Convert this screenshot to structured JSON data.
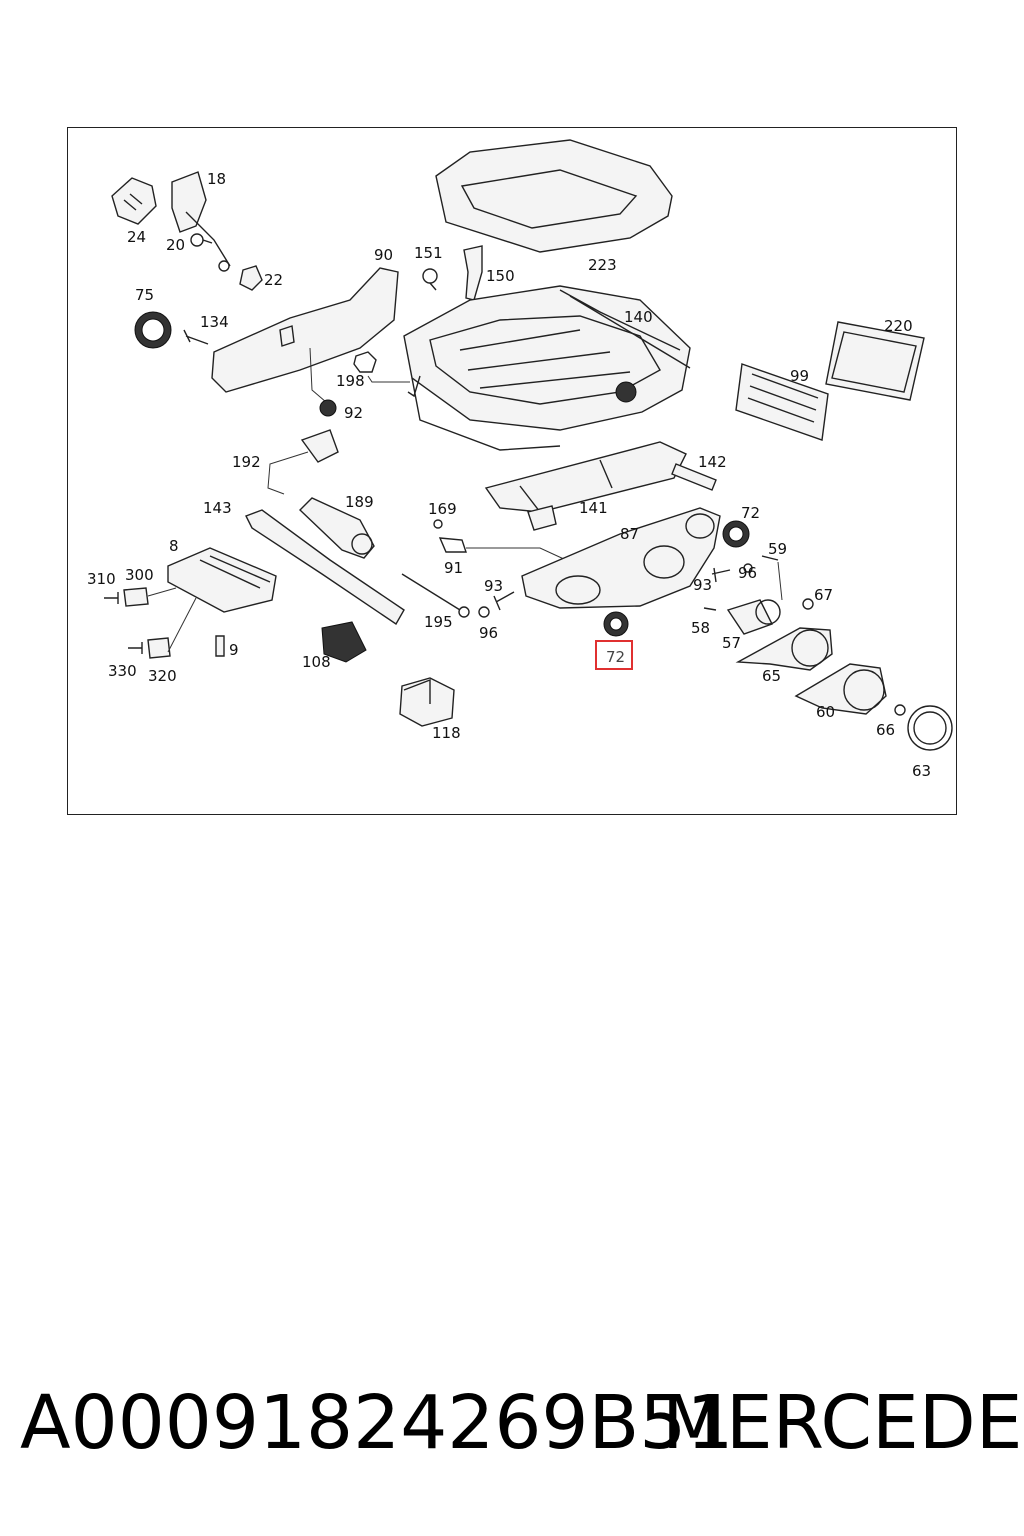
{
  "diagram": {
    "callouts": [
      {
        "id": "p24",
        "text": "24"
      },
      {
        "id": "p18",
        "text": "18"
      },
      {
        "id": "p20",
        "text": "20"
      },
      {
        "id": "p22",
        "text": "22"
      },
      {
        "id": "p75",
        "text": "75"
      },
      {
        "id": "p134",
        "text": "134"
      },
      {
        "id": "p90",
        "text": "90"
      },
      {
        "id": "p151",
        "text": "151"
      },
      {
        "id": "p150",
        "text": "150"
      },
      {
        "id": "p223",
        "text": "223"
      },
      {
        "id": "p140",
        "text": "140"
      },
      {
        "id": "p220",
        "text": "220"
      },
      {
        "id": "p198",
        "text": "198"
      },
      {
        "id": "p92",
        "text": "92"
      },
      {
        "id": "p99",
        "text": "99"
      },
      {
        "id": "p192",
        "text": "192"
      },
      {
        "id": "p142",
        "text": "142"
      },
      {
        "id": "p143",
        "text": "143"
      },
      {
        "id": "p189",
        "text": "189"
      },
      {
        "id": "p169",
        "text": "169"
      },
      {
        "id": "p141",
        "text": "141"
      },
      {
        "id": "p72a",
        "text": "72"
      },
      {
        "id": "p87",
        "text": "87"
      },
      {
        "id": "p8",
        "text": "8"
      },
      {
        "id": "p59",
        "text": "59"
      },
      {
        "id": "p310",
        "text": "310"
      },
      {
        "id": "p300",
        "text": "300"
      },
      {
        "id": "p91",
        "text": "91"
      },
      {
        "id": "p93a",
        "text": "93"
      },
      {
        "id": "p93b",
        "text": "93"
      },
      {
        "id": "p96a",
        "text": "96"
      },
      {
        "id": "p67",
        "text": "67"
      },
      {
        "id": "p195",
        "text": "195"
      },
      {
        "id": "p96b",
        "text": "96"
      },
      {
        "id": "p58",
        "text": "58"
      },
      {
        "id": "p9",
        "text": "9"
      },
      {
        "id": "p57",
        "text": "57"
      },
      {
        "id": "p108",
        "text": "108"
      },
      {
        "id": "p330",
        "text": "330"
      },
      {
        "id": "p320",
        "text": "320"
      },
      {
        "id": "p65",
        "text": "65"
      },
      {
        "id": "p60",
        "text": "60"
      },
      {
        "id": "p66",
        "text": "66"
      },
      {
        "id": "p118",
        "text": "118"
      },
      {
        "id": "p63",
        "text": "63"
      }
    ],
    "highlighted_callout": "72",
    "highlight_color": "#e03030"
  },
  "footer": {
    "part_number": "A00091824269B51",
    "brand": "MERCEDES"
  }
}
